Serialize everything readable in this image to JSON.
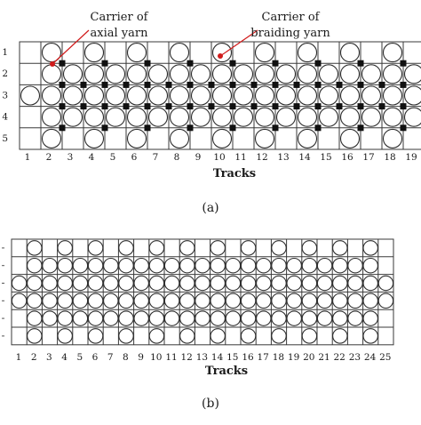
{
  "panel_a": {
    "annotation_axial": [
      "Carrier of",
      "axial yarn"
    ],
    "annotation_braiding": [
      "Carrier of",
      "braiding yarn"
    ],
    "row_labels": [
      "1",
      "2",
      "3",
      "4",
      "5"
    ],
    "track_labels": [
      "1",
      "2",
      "3",
      "4",
      "5",
      "6",
      "7",
      "8",
      "9",
      "10",
      "11",
      "12",
      "13",
      "14",
      "15",
      "16",
      "17",
      "18",
      "19"
    ],
    "axis_title": "Tracks",
    "sub_label": "(a)",
    "accent_color": "#d11b1b"
  },
  "panel_b": {
    "track_labels": [
      "1",
      "2",
      "3",
      "4",
      "5",
      "6",
      "7",
      "8",
      "9",
      "10",
      "11",
      "12",
      "13",
      "14",
      "15",
      "16",
      "17",
      "18",
      "19",
      "20",
      "21",
      "22",
      "23",
      "24",
      "25"
    ],
    "axis_title": "Tracks",
    "sub_label": "(b)"
  }
}
